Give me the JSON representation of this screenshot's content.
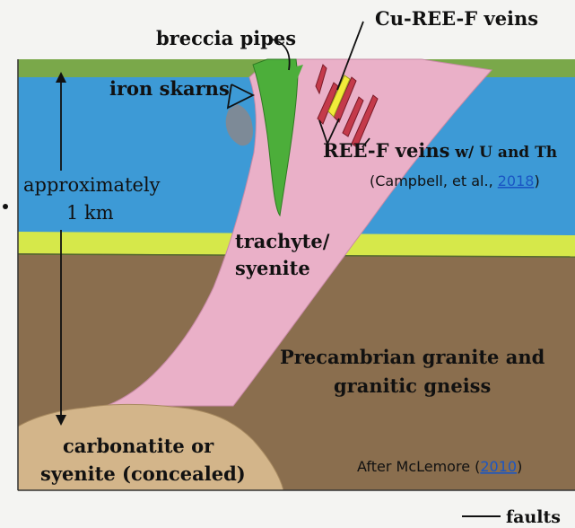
{
  "labels": {
    "breccia_pipes": "breccia pipes",
    "cu_ree_f_veins": "Cu-REE-F veins",
    "iron_skarns": "iron skarns",
    "ree_f_veins": "REE-F veins",
    "ree_f_veins_suffix": "w/ U and Th",
    "approx_line1": "approximately",
    "approx_line2": "1 km",
    "trachyte_line1": "trachyte/",
    "trachyte_line2": "syenite",
    "granite_line1": "Precambrian granite and",
    "granite_line2": "granitic gneiss",
    "carbonatite_line1": "carbonatite or",
    "carbonatite_line2": "syenite (concealed)",
    "faults": "faults"
  },
  "citations": {
    "campbell_prefix": "(Campbell,  et al., ",
    "campbell_year": "2018",
    "campbell_suffix": ")",
    "mclemore_prefix": "After McLemore (",
    "mclemore_year": "2010",
    "mclemore_suffix": ")"
  },
  "colors": {
    "blue_layer": "#3d9ad6",
    "green_top": "#7aa84a",
    "yellow_green_band": "#d6e84a",
    "brown_basement": "#8a6e4e",
    "pink_intrusion": "#eab0c8",
    "green_breccia": "#4cae3a",
    "red_veins": "#c43a4a",
    "yellow_vein": "#f2ec3a",
    "grey_skarn": "#7d8a97",
    "tan_carbonatite": "#d3b58a"
  }
}
